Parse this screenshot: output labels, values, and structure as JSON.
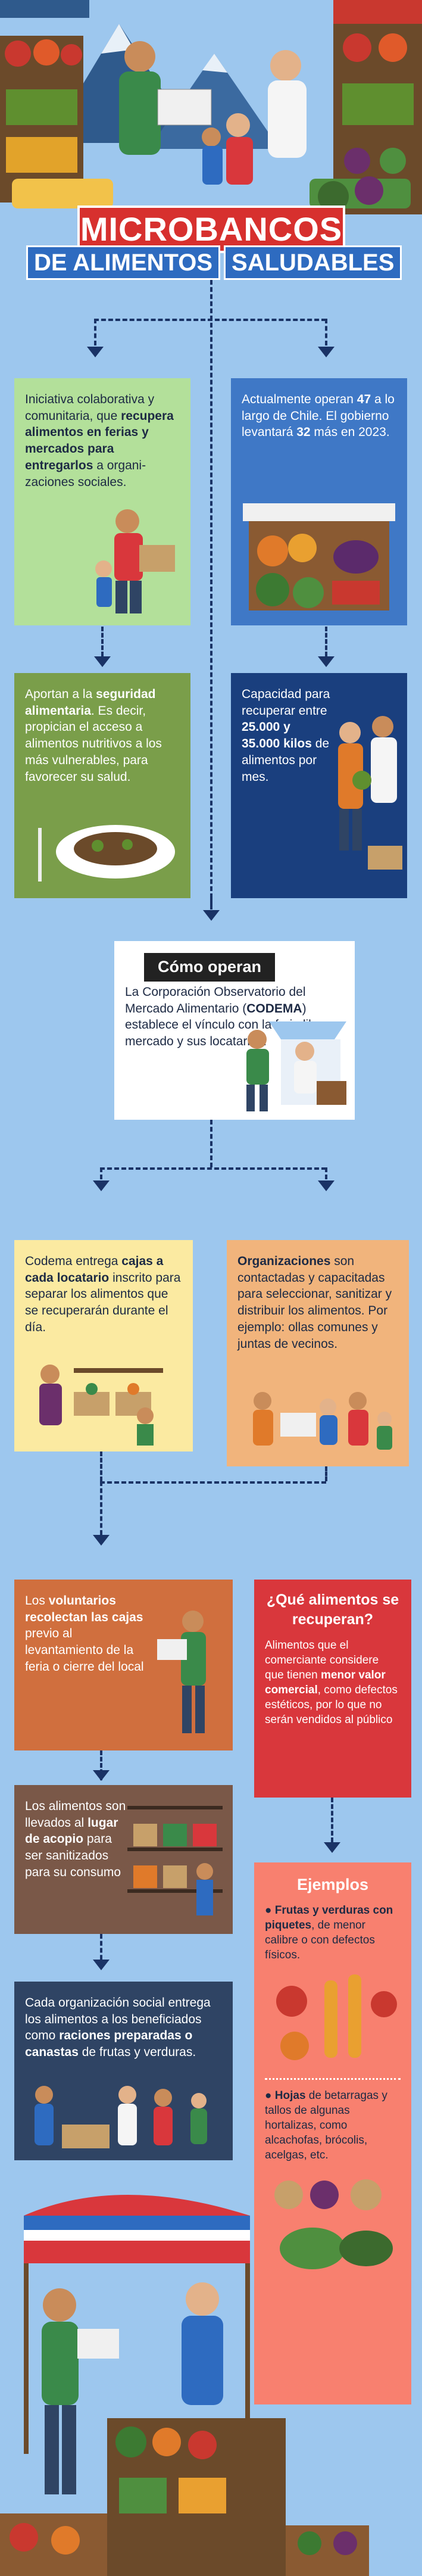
{
  "header": {
    "title_line1": "MICROBANCOS",
    "title_part1": "DE ALIMENTOS",
    "title_part2": "SALUDABLES"
  },
  "box_iniciativa": {
    "text_a": "Iniciativa colaborativa y comunitaria, que ",
    "text_b": "recupera alimentos en ferias y mercados para entregarlos",
    "text_c": " a organi- zaciones sociales."
  },
  "box_operan": {
    "text_a": "Actualmente operan ",
    "num_a": "47",
    "text_b": " a lo largo de Chile. El gobierno levantará ",
    "num_b": "32",
    "text_c": " más en 2023."
  },
  "box_seguridad": {
    "text_a": "Aportan a la ",
    "text_b": "seguridad alimentaria",
    "text_c": ". Es decir, propician el acceso a alimentos nutritivos a los más vulnerables, para favorecer su salud."
  },
  "box_capacidad": {
    "text_a": "Capacidad para recuperar entre ",
    "text_b": "25.000 y 35.000 kilos",
    "text_c": " de alimentos por mes."
  },
  "como_operan": {
    "heading": "Cómo operan",
    "text_a": "La Corporación Observatorio del Mercado Alimentario (",
    "text_b": "CODEMA",
    "text_c": ") establece el vínculo con la feria libre o mercado y sus locatarios."
  },
  "box_cajas": {
    "text_a": "Codema entrega ",
    "text_b": "cajas a cada locatario",
    "text_c": " inscrito para separar los alimentos que se recuperarán durante el día."
  },
  "box_organizaciones": {
    "text_a": "Organizaciones",
    "text_b": " son contactadas y capacitadas para seleccionar, sanitizar y distribuir los alimentos. Por ejemplo: ollas comunes y juntas de vecinos."
  },
  "box_voluntarios": {
    "text_a": "Los ",
    "text_b": "voluntarios recolectan las cajas",
    "text_c": " previo al levantamiento de la feria o cierre del local"
  },
  "box_que_alimentos": {
    "heading": "¿Qué alimentos se recuperan?",
    "text_a": "Alimentos que el comerciante considere que tienen ",
    "text_b": "menor valor comercial",
    "text_c": ", como defectos estéticos, por lo que no serán vendidos al público"
  },
  "box_llevados": {
    "text_a": "Los alimentos son llevados al ",
    "text_b": "lugar de acopio",
    "text_c": " para ser sanitizados para su consumo"
  },
  "box_ejemplos": {
    "heading": "Ejemplos",
    "item1_bold": "Frutas y verduras con piquetes",
    "item1_rest": ", de menor calibre o con defectos físicos.",
    "item2_bold": "Hojas",
    "item2_rest": " de betarragas y tallos de algunas hortalizas, como alcachofas, brócolis, acelgas, etc."
  },
  "box_entrega": {
    "text_a": "Cada organización social entrega los alimentos a los beneficiados como ",
    "text_b": "raciones preparadas o canastas",
    "text_c": " de frutas y verduras."
  },
  "colors": {
    "background": "#9dc7ee",
    "title_red": "#d7302e",
    "title_blue": "#2e6bc0",
    "connector": "#1a3366"
  }
}
